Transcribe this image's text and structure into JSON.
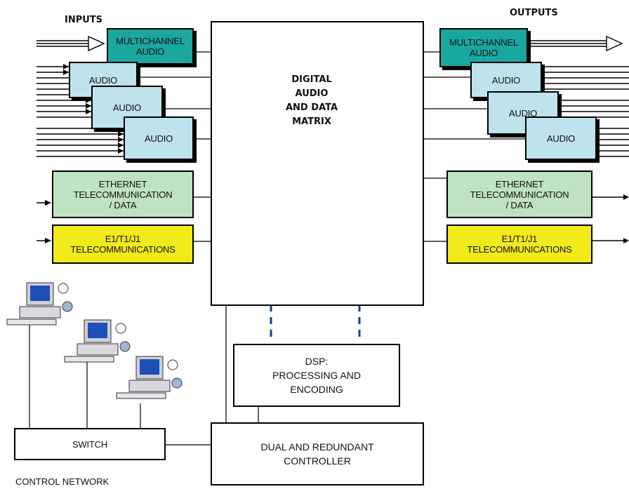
{
  "headers": {
    "inputs": "INPUTS",
    "outputs": "OUTPUTS"
  },
  "matrix": {
    "line1": "DIGITAL",
    "line2": "AUDIO",
    "line3": "AND DATA",
    "line4": "MATRIX"
  },
  "inputs": {
    "multichannel": {
      "line1": "MULTICHANNEL",
      "line2": "AUDIO"
    },
    "audio1": "AUDIO",
    "audio2": "AUDIO",
    "audio3": "AUDIO",
    "ethernet": {
      "line1": "ETHERNET",
      "line2": "TELECOMMUNICATION",
      "line3": "/ DATA"
    },
    "e1": {
      "line1": "E1/T1/J1",
      "line2": "TELECOMMUNICATIONS"
    }
  },
  "outputs": {
    "multichannel": {
      "line1": "MULTICHANNEL",
      "line2": "AUDIO"
    },
    "audio1": "AUDIO",
    "audio2": "AUDIO",
    "audio3": "AUDIO",
    "ethernet": {
      "line1": "ETHERNET",
      "line2": "TELECOMMUNICATION",
      "line3": "/ DATA"
    },
    "e1": {
      "line1": "E1/T1/J1",
      "line2": "TELECOMMUNICATIONS"
    }
  },
  "dsp": {
    "line1": "DSP:",
    "line2": "PROCESSING AND",
    "line3": "ENCODING"
  },
  "controller": {
    "line1": "DUAL AND REDUNDANT",
    "line2": "CONTROLLER"
  },
  "switch": "SWITCH",
  "caption": "CONTROL NETWORK",
  "colors": {
    "teal": "#1aa7a0",
    "light_blue": "#bfe3ec",
    "light_green": "#bfe3c0",
    "yellow": "#f2ea19",
    "dash_blue": "#1f3a8a"
  },
  "icons": [
    "workstation-icon",
    "workstation-icon",
    "workstation-icon"
  ]
}
